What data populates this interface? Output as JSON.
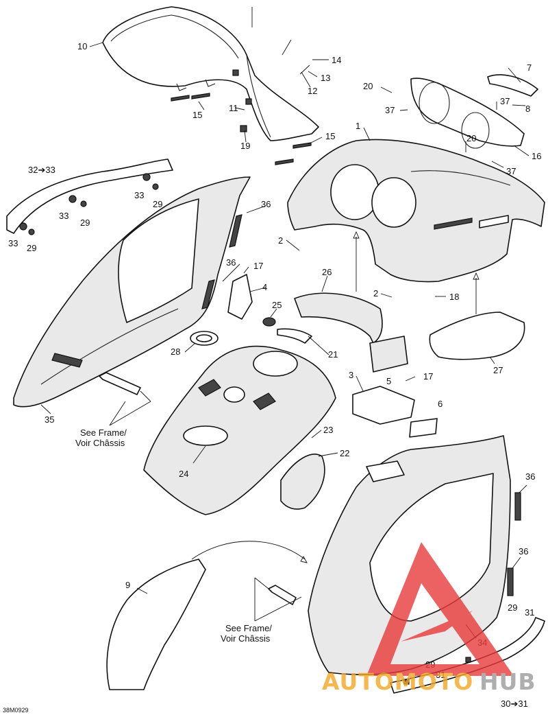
{
  "diagram": {
    "drawing_code": "38M0929",
    "notes": {
      "see_frame_left_line1": "See Frame/",
      "see_frame_left_line2": "Voir Châssis",
      "see_frame_right_line1": "See Frame/",
      "see_frame_right_line2": "Voir Châssis"
    },
    "callouts": {
      "c1": "1",
      "c2a": "2",
      "c2b": "2",
      "c3": "3",
      "c4": "4",
      "c5": "5",
      "c6": "6",
      "c7": "7",
      "c8": "8",
      "c9": "9",
      "c10": "10",
      "c11": "11",
      "c12": "12",
      "c13": "13",
      "c14": "14",
      "c15a": "15",
      "c15b": "15",
      "c16": "16",
      "c17a": "17",
      "c17b": "17",
      "c18": "18",
      "c19": "19",
      "c20a": "20",
      "c20b": "20",
      "c21": "21",
      "c22": "22",
      "c23": "23",
      "c24": "24",
      "c25": "25",
      "c26": "26",
      "c27": "27",
      "c28": "28",
      "c29a": "29",
      "c29b": "29",
      "c29c": "29",
      "c29d": "29",
      "c29e": "29",
      "c30_31": "30➔31",
      "c31a": "31",
      "c31b": "31",
      "c32_33": "32➔33",
      "c33a": "33",
      "c33b": "33",
      "c33c": "33",
      "c34": "34",
      "c35": "35",
      "c36a": "36",
      "c36b": "36",
      "c36c": "36",
      "c36d": "36",
      "c37a": "37",
      "c37b": "37",
      "c37c": "37"
    }
  },
  "watermark": {
    "text_part1": "AUTOMOTO",
    "text_part2": "HUB",
    "colors": {
      "red": "#e83a3a",
      "orange": "#f5a623",
      "gray": "#9a9a9a"
    }
  }
}
